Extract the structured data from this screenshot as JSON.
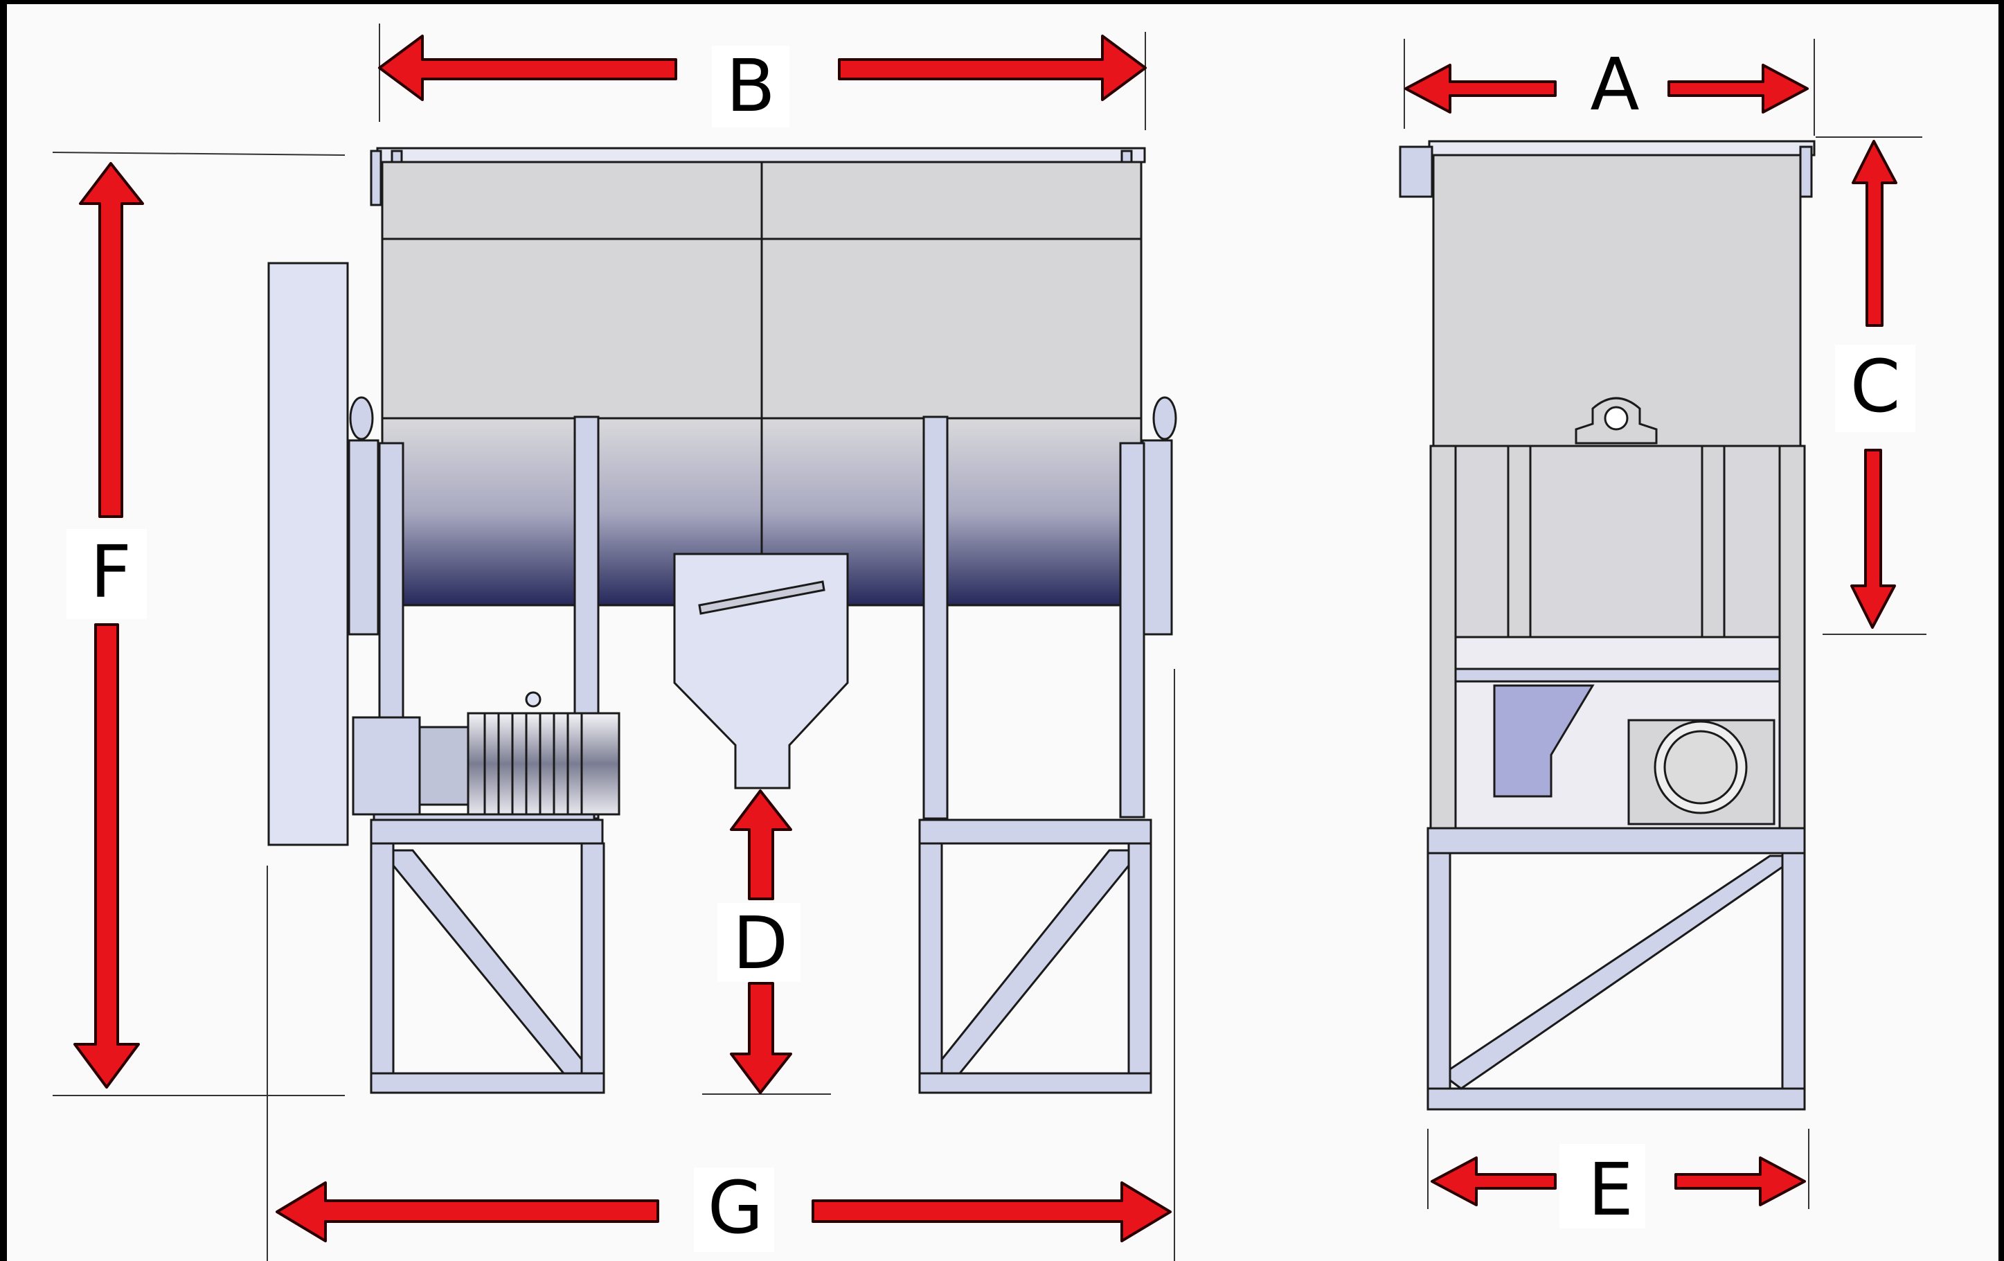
{
  "colors": {
    "background": "#fafafa",
    "frame": "#000000",
    "arrow": "#e8141c",
    "arrow_outline": "#2a0000",
    "steel": "#cfd3ea",
    "steel_dark": "#23264f",
    "tank_top": "#d4d4d4",
    "line": "#1a1a1a"
  },
  "dimensions": {
    "a": "A",
    "b": "B",
    "c": "C",
    "d": "D",
    "e": "E",
    "f": "F",
    "g": "G"
  }
}
